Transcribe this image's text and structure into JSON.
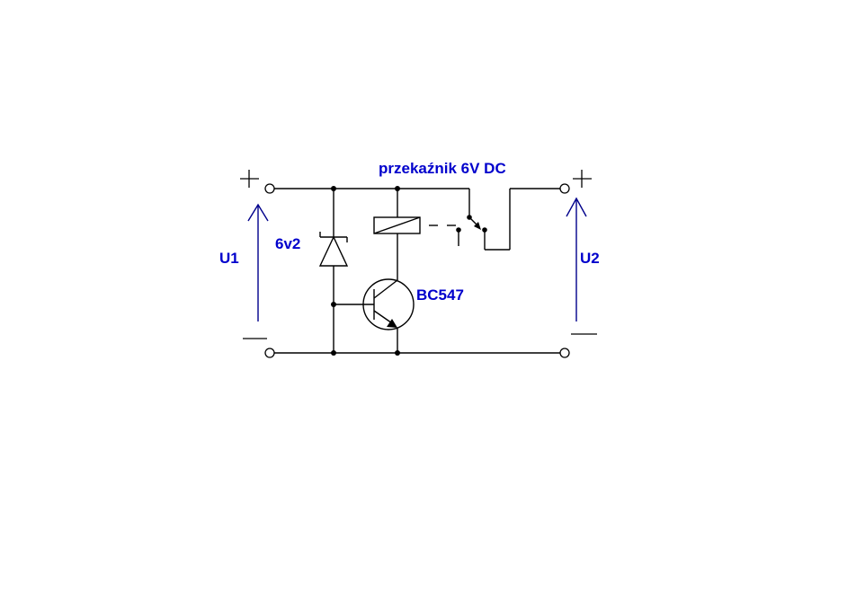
{
  "labels": {
    "relay": "przekaźnik 6V DC",
    "zener": "6v2",
    "transistor": "BC547",
    "input_voltage": "U1",
    "output_voltage": "U2"
  },
  "colors": {
    "label_text": "#0000cc",
    "voltage_arrow": "#00008b",
    "wire": "#000000",
    "background": "#ffffff"
  }
}
